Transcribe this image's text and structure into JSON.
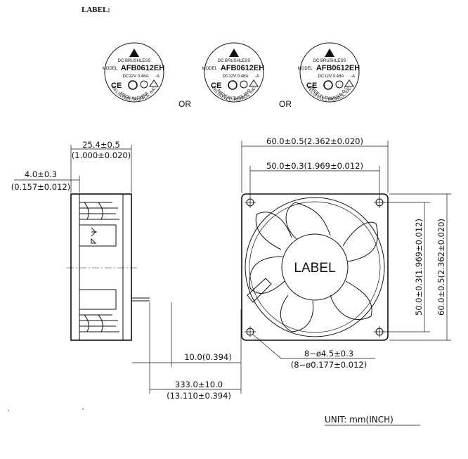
{
  "header": {
    "title": "LABEL:"
  },
  "labels": [
    {
      "line1": "DC BRUSHLESS",
      "model_prefix": "MODEL",
      "model": "AFB0612EH",
      "rating": "DC12V 0.48A",
      "polarity": "-A",
      "brand": "DELTA ELECTRONICS, INC.",
      "origin": "MADE IN CHINA"
    },
    {
      "line1": "DC BRUSHLESS",
      "model_prefix": "MODEL",
      "model": "AFB0612EH",
      "rating": "DC12V 0.48A",
      "polarity": "-A",
      "brand": "DELTA ELECTRONICS, INC.",
      "origin": "MADE IN THAILAND"
    },
    {
      "line1": "DC BRUSHLESS",
      "model_prefix": "MODEL",
      "model": "AFB0612EH",
      "rating": "DC12V 0.48A",
      "polarity": "-A",
      "brand": "DELTA ELECTRONICS, INC.",
      "origin": "MADE IN TAIWAN R.O.C."
    }
  ],
  "or_text": "OR",
  "side_view": {
    "depth": "25.4±0.5",
    "depth_inch": "(1.000±0.020)",
    "flange": "4.0±0.3",
    "flange_inch": "(0.157±0.012)"
  },
  "wires": {
    "strip": "10.0(0.394)",
    "length": "333.0±10.0",
    "length_inch": "(13.110±0.394)"
  },
  "front_view": {
    "label_text": "LABEL",
    "overall_width": "60.0±0.5(2.362±0.020)",
    "hole_spacing": "50.0±0.3(1.969±0.012)",
    "hole_spacing_v": "50.0±0.3(1.969±0.012)",
    "overall_height": "60.0±0.5(2.362±0.020)",
    "holes": "8−ø4.5±0.3",
    "holes_inch": "(8−ø0.177±0.012)"
  },
  "footer": {
    "unit": "UNIT:  mm(INCH)"
  }
}
